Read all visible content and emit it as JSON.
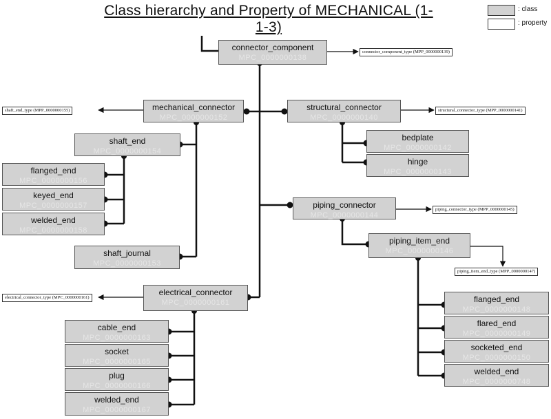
{
  "title": "Class hierarchy and Property of MECHANICAL (1-1-3)",
  "legend": {
    "class_label": ": class",
    "property_label": ": property"
  },
  "classes": {
    "connector_component": {
      "name": "connector_component",
      "id": "MPC_0000000138"
    },
    "mechanical_connector": {
      "name": "mechanical_connector",
      "id": "MPC_0000000152"
    },
    "structural_connector": {
      "name": "structural_connector",
      "id": "MPC_0000000140"
    },
    "shaft_end": {
      "name": "shaft_end",
      "id": "MPC_0000000154"
    },
    "flanged_end_left": {
      "name": "flanged_end",
      "id": "MPC_0000000156"
    },
    "keyed_end": {
      "name": "keyed_end",
      "id": "MPC_0000000157"
    },
    "welded_end_left": {
      "name": "welded_end",
      "id": "MPC_0000000158"
    },
    "shaft_journal": {
      "name": "shaft_journal",
      "id": "MPC_0000000153"
    },
    "bedplate": {
      "name": "bedplate",
      "id": "MPC_0000000142"
    },
    "hinge": {
      "name": "hinge",
      "id": "MPC_0000000143"
    },
    "piping_connector": {
      "name": "piping_connector",
      "id": "MPC_0000000144"
    },
    "piping_item_end": {
      "name": "piping_item_end",
      "id": "MPC_0000000146"
    },
    "flanged_end_right": {
      "name": "flanged_end",
      "id": "MPC_0000000148"
    },
    "flared_end": {
      "name": "flared_end",
      "id": "MPC_0000000149"
    },
    "socketed_end": {
      "name": "socketed_end",
      "id": "MPC_0000000150"
    },
    "welded_end_right": {
      "name": "welded_end",
      "id": "MPC_0000000748"
    },
    "electrical_connector": {
      "name": "electrical_connector",
      "id": "MPC_0000000161"
    },
    "cable_end": {
      "name": "cable_end",
      "id": "MPC_0000000163"
    },
    "socket": {
      "name": "socket",
      "id": "MPC_0000000165"
    },
    "plug": {
      "name": "plug",
      "id": "MPC_0000000166"
    },
    "welded_end_elec": {
      "name": "welded_end",
      "id": "MPC_0000000167"
    }
  },
  "properties": {
    "connector_component_type": "connector_component_type (MPP_0000000139)",
    "shaft_end_type": "shaft_end_type (MPP_0000000155)",
    "structural_connector_type": "structural_connector_type (MPP_0000000141)",
    "piping_connector_type": "piping_connector_type (MPP_0000000145)",
    "piping_item_end_type": "piping_item_end_type (MPP_0000000147)",
    "electrical_connector_type": "electrical_connector_type (MPC_0000000161)"
  }
}
